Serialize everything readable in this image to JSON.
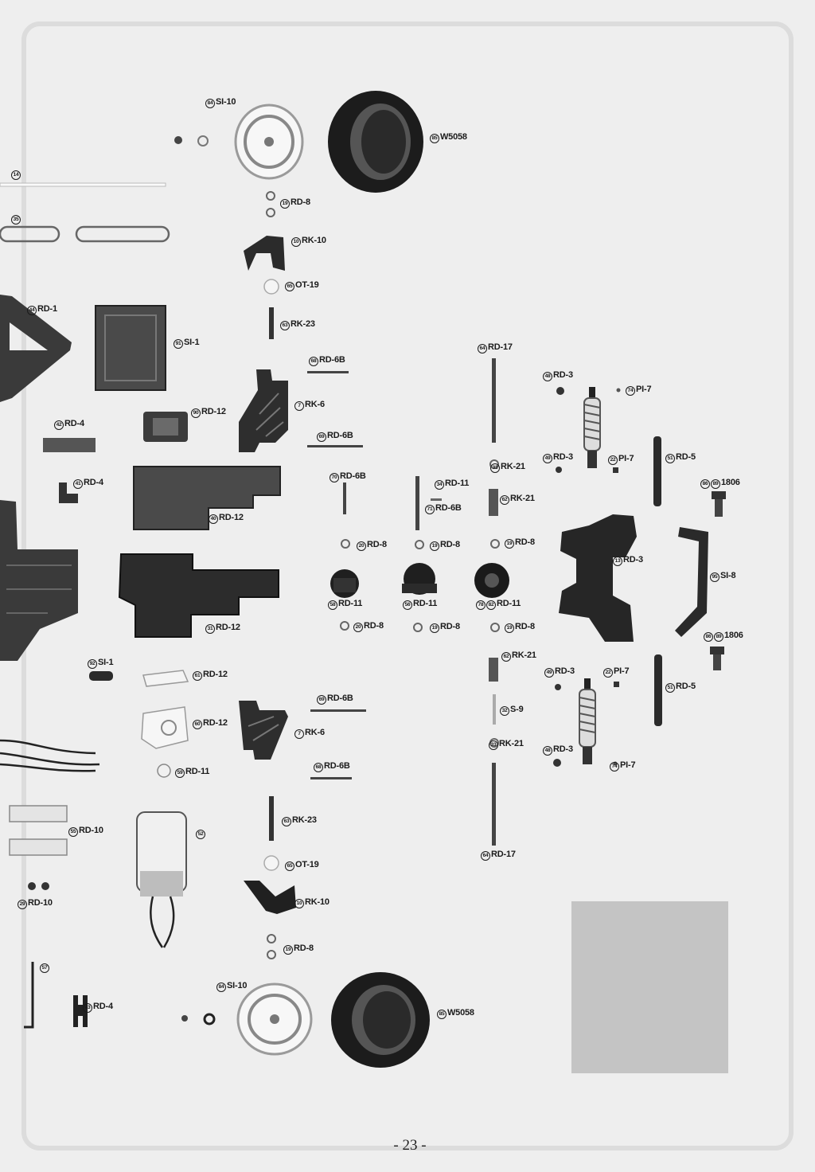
{
  "page_number": "- 23 -",
  "parts": [
    {
      "id": "p84a",
      "num": "84",
      "code": "SI-10"
    },
    {
      "id": "p85a",
      "num": "85",
      "code": "W5058"
    },
    {
      "id": "p14",
      "num": "14",
      "code": ""
    },
    {
      "id": "p35",
      "num": "35",
      "code": ""
    },
    {
      "id": "p19a",
      "num": "19",
      "code": "RD-8"
    },
    {
      "id": "p10a",
      "num": "10",
      "code": "RK-10"
    },
    {
      "id": "p65a",
      "num": "65",
      "code": "OT-19"
    },
    {
      "id": "p44",
      "num": "44",
      "code": "RD-1"
    },
    {
      "id": "p91",
      "num": "91",
      "code": "SI-1"
    },
    {
      "id": "p63a",
      "num": "63",
      "code": "RK-23"
    },
    {
      "id": "p64a",
      "num": "64",
      "code": "RD-17"
    },
    {
      "id": "p68a",
      "num": "68",
      "code": "RD-6B"
    },
    {
      "id": "p48a",
      "num": "48",
      "code": "RD-3"
    },
    {
      "id": "p74a",
      "num": "74",
      "code": "PI-7"
    },
    {
      "id": "p7a",
      "num": "7",
      "code": "RK-6"
    },
    {
      "id": "p90",
      "num": "90",
      "code": "RD-12"
    },
    {
      "id": "p42",
      "num": "42",
      "code": "RD-4"
    },
    {
      "id": "p69a",
      "num": "69",
      "code": "RD-6B"
    },
    {
      "id": "p49a",
      "num": "49",
      "code": "RD-3"
    },
    {
      "id": "p22a",
      "num": "22",
      "code": "PI-7"
    },
    {
      "id": "p51a",
      "num": "51",
      "code": "RD-5"
    },
    {
      "id": "p33a",
      "num": "33",
      "code": "RK-21"
    },
    {
      "id": "p41",
      "num": "41",
      "code": "RD-4"
    },
    {
      "id": "p70",
      "num": "70",
      "code": "RD-6B"
    },
    {
      "id": "p34",
      "num": "34",
      "code": "RD-11"
    },
    {
      "id": "p86a",
      "num": "86",
      "num2": "89",
      "code": "1806"
    },
    {
      "id": "p71",
      "num": "71",
      "code": "RD-6B"
    },
    {
      "id": "p62a",
      "num": "62",
      "code": "RK-21"
    },
    {
      "id": "p40",
      "num": "40",
      "code": "RD-12"
    },
    {
      "id": "p20a",
      "num": "20",
      "code": "RD-8"
    },
    {
      "id": "p19b",
      "num": "19",
      "code": "RD-8"
    },
    {
      "id": "p19c",
      "num": "19",
      "code": "RD-8"
    },
    {
      "id": "p13",
      "num": "13",
      "code": "RD-3"
    },
    {
      "id": "p95",
      "num": "95",
      "code": "SI-8"
    },
    {
      "id": "p58",
      "num": "58",
      "code": "RD-11"
    },
    {
      "id": "p56",
      "num": "56",
      "code": "RD-11"
    },
    {
      "id": "p78",
      "num": "78",
      "num2": "82",
      "code": "RD-11"
    },
    {
      "id": "p20b",
      "num": "20",
      "code": "RD-8"
    },
    {
      "id": "p19d",
      "num": "19",
      "code": "RD-8"
    },
    {
      "id": "p19e",
      "num": "19",
      "code": "RD-8"
    },
    {
      "id": "p31",
      "num": "31",
      "code": "RD-12"
    },
    {
      "id": "p86b",
      "num": "86",
      "num2": "89",
      "code": "1806"
    },
    {
      "id": "p62b",
      "num": "62",
      "code": "RK-21"
    },
    {
      "id": "p92",
      "num": "92",
      "code": "SI-1"
    },
    {
      "id": "p61",
      "num": "61",
      "code": "RD-12"
    },
    {
      "id": "p49b",
      "num": "49",
      "code": "RD-3"
    },
    {
      "id": "p22b",
      "num": "22",
      "code": "PI-7"
    },
    {
      "id": "p51b",
      "num": "51",
      "code": "RD-5"
    },
    {
      "id": "p69b",
      "num": "69",
      "code": "RD-6B"
    },
    {
      "id": "p32",
      "num": "32",
      "code": "S-9"
    },
    {
      "id": "p60",
      "num": "60",
      "code": "RD-12"
    },
    {
      "id": "p7b",
      "num": "7",
      "code": "RK-6"
    },
    {
      "id": "p33b",
      "num": "33",
      "code": "RK-21"
    },
    {
      "id": "p48b",
      "num": "48",
      "code": "RD-3"
    },
    {
      "id": "p68b",
      "num": "68",
      "code": "RD-6B"
    },
    {
      "id": "p74b",
      "num": "74",
      "code": "PI-7"
    },
    {
      "id": "p59",
      "num": "59",
      "code": "RD-11"
    },
    {
      "id": "p55",
      "num": "55",
      "code": "RD-10"
    },
    {
      "id": "p52",
      "num": "52",
      "code": ""
    },
    {
      "id": "p63b",
      "num": "63",
      "code": "RK-23"
    },
    {
      "id": "p64b",
      "num": "64",
      "code": "RD-17"
    },
    {
      "id": "p65b",
      "num": "65",
      "code": "OT-19"
    },
    {
      "id": "p29",
      "num": "29",
      "code": "RD-10"
    },
    {
      "id": "p10b",
      "num": "10",
      "code": "RK-10"
    },
    {
      "id": "p19f",
      "num": "19",
      "code": "RD-8"
    },
    {
      "id": "p57",
      "num": "57",
      "code": ""
    },
    {
      "id": "p84b",
      "num": "84",
      "code": "SI-10"
    },
    {
      "id": "p43",
      "num": "43",
      "code": "RD-4"
    },
    {
      "id": "p85b",
      "num": "85",
      "code": "W5058"
    }
  ]
}
